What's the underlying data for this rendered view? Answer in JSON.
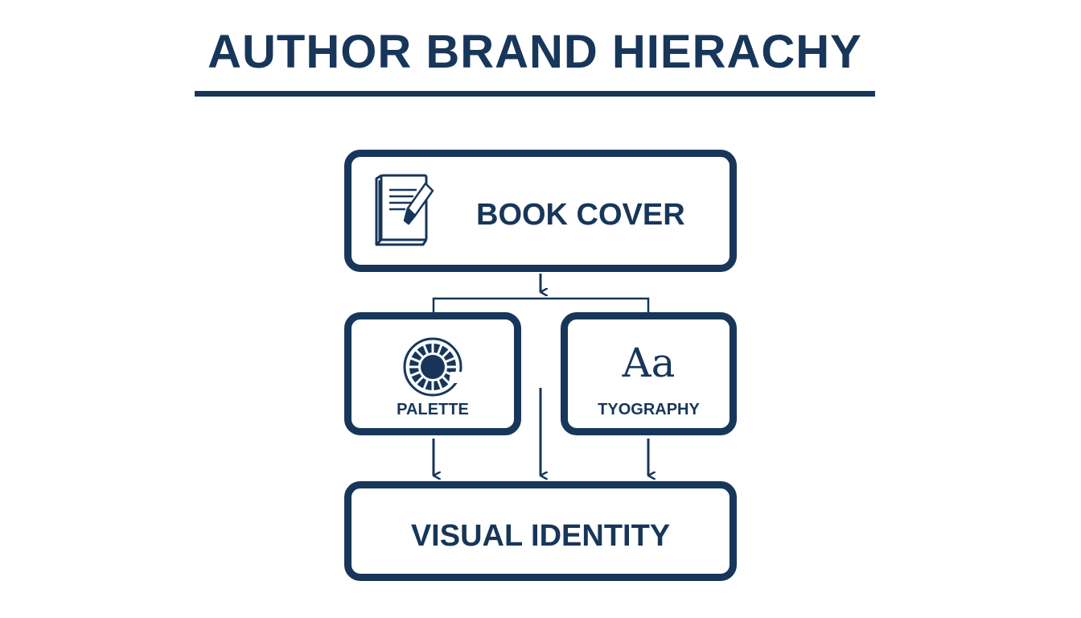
{
  "title": "AUTHOR BRAND HIERACHY",
  "nodes": {
    "book_cover": {
      "label": "BOOK COVER",
      "icon": "book-pen-icon"
    },
    "palette": {
      "label": "PALETTE",
      "icon": "color-wheel-icon"
    },
    "typography": {
      "label": "TYOGRAPHY",
      "glyph": "Aa",
      "icon": "typography-icon"
    },
    "visual_identity": {
      "label": "VISUAL IDENTITY"
    }
  },
  "colors": {
    "primary": "#17365a",
    "background": "#ffffff"
  }
}
